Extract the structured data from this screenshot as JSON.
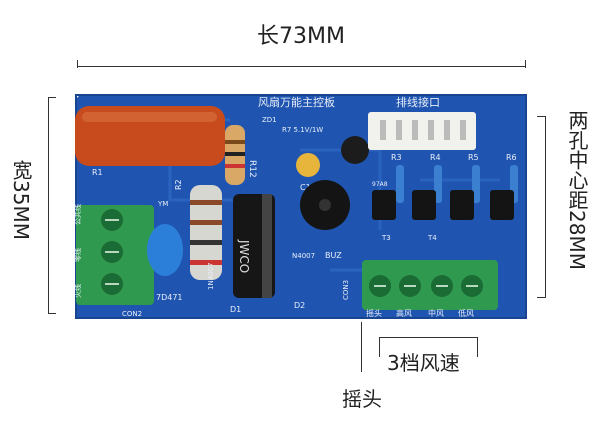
{
  "annotations": {
    "length": "长73MM",
    "width": "宽35MM",
    "hole_spacing": "两孔中心距28MM",
    "speed_levels": "3档风速",
    "swing": "摇头"
  },
  "board": {
    "title": "风扇万能主控板",
    "connector_label": "排线接口",
    "silkscreen": {
      "r1": "R1",
      "r2": "R2",
      "r3": "R3",
      "r4": "R4",
      "r5": "R5",
      "r6": "R6",
      "r12": "R12",
      "zd1": "ZD1",
      "r75": "R7 5.1V/1W",
      "c1": "C1",
      "d1": "D1",
      "d2": "D2",
      "n4007": "N4007",
      "n4007b": "1N4007",
      "varistor": "7D471",
      "ym": "YM",
      "t3": "T3",
      "t4": "T4",
      "buz": "BUZ",
      "con3": "CON3",
      "con2": "CON2",
      "fire": "火线",
      "zero": "零线",
      "pub": "公共线",
      "term_swing": "摇头",
      "term_low": "低风",
      "term_mid": "中风",
      "term_high": "高风",
      "trans": "97A8"
    },
    "colors": {
      "pcb": "#1f55b0",
      "resistor_body": "#c74b1c",
      "terminal": "#2f9a4f"
    }
  }
}
